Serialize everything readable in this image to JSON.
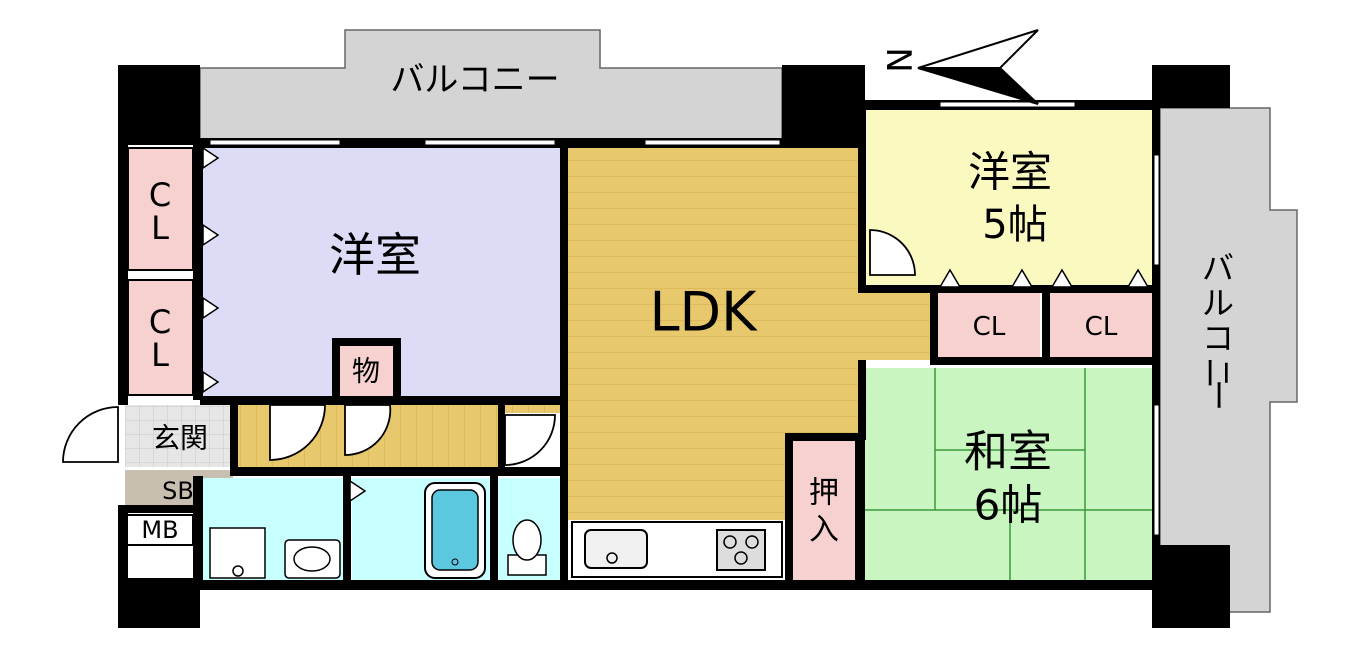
{
  "rooms": {
    "western_main": "洋室",
    "western_small_line1": "洋室",
    "western_small_line2": "5帖",
    "ldk": "LDK",
    "japanese_line1": "和室",
    "japanese_line2": "6帖",
    "storage": "物",
    "oshiire_line1": "押",
    "oshiire_line2": "入",
    "entrance": "玄関",
    "shoe_box": "SB",
    "meter_box": "MB"
  },
  "closets": {
    "left_upper_line1": "C",
    "left_upper_line2": "L",
    "left_lower_line1": "C",
    "left_lower_line2": "L",
    "right_a": "CL",
    "right_b": "CL"
  },
  "balconies": {
    "top": "バルコニー",
    "right": [
      "バ",
      "ル",
      "コ",
      "ニ",
      "ー"
    ]
  },
  "compass": {
    "north_label": "N"
  },
  "colors": {
    "western_main": "#dcdcf7",
    "western_small": "#fafac0",
    "ldk_floor": "#e8c86c",
    "japanese": "#c8f5c0",
    "closet": "#f7d0d0",
    "wet_area": "#c8ffff",
    "balcony": "#d4d4d4",
    "shoe_box": "#c8bfb0",
    "entrance": "#e4e4e4",
    "wall": "#000000"
  }
}
